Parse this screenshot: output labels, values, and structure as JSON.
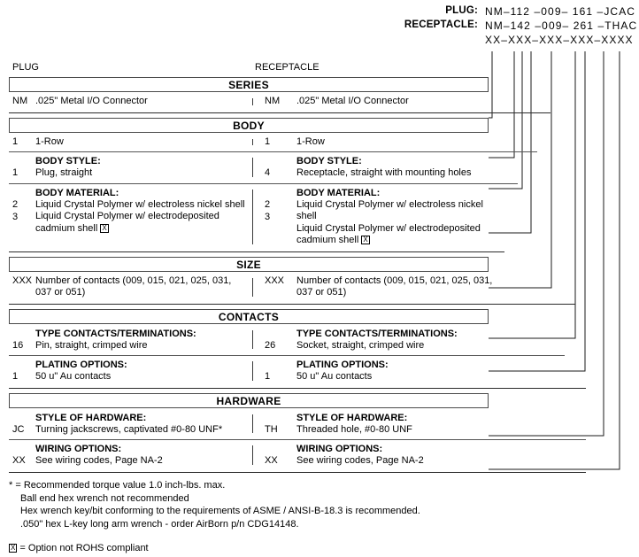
{
  "header": {
    "rows": [
      {
        "label": "PLUG:",
        "value": "NM–112 –009– 161 –JCAC"
      },
      {
        "label": "RECEPTACLE:",
        "value": "NM–142 –009– 261 –THAC"
      },
      {
        "label": "",
        "value": "XX–XXX–XXX–XXX–XXXX"
      }
    ]
  },
  "columns": {
    "left": "PLUG",
    "right": "RECEPTACLE"
  },
  "sections": {
    "series": "SERIES",
    "body": "BODY",
    "size": "SIZE",
    "contacts": "CONTACTS",
    "hardware": "HARDWARE"
  },
  "rows": {
    "series": {
      "left": {
        "code": "NM",
        "desc": ".025\" Metal I/O Connector"
      },
      "right": {
        "code": "NM",
        "desc": ".025\" Metal I/O Connector"
      }
    },
    "body_row": {
      "left": {
        "code": "1",
        "desc": "1-Row"
      },
      "right": {
        "code": "1",
        "desc": "1-Row"
      }
    },
    "body_style": {
      "title_left": "BODY STYLE:",
      "title_right": "BODY STYLE:",
      "left": {
        "code": "1",
        "desc": "Plug, straight"
      },
      "right": {
        "code": "4",
        "desc": "Receptacle, straight with mounting holes"
      }
    },
    "body_material": {
      "title_left": "BODY MATERIAL:",
      "title_right": "BODY MATERIAL:",
      "left": [
        {
          "code": "2",
          "desc": "Liquid Crystal Polymer w/ electroless nickel shell",
          "mark": ""
        },
        {
          "code": "3",
          "desc": "Liquid Crystal Polymer w/ electrodeposited",
          "desc2": "cadmium shell",
          "mark": "X"
        }
      ],
      "right": [
        {
          "code": "2",
          "desc": "Liquid Crystal Polymer w/ electroless nickel shell",
          "mark": ""
        },
        {
          "code": "3",
          "desc": "Liquid Crystal Polymer w/ electrodeposited",
          "desc2": "cadmium shell",
          "mark": "X"
        }
      ]
    },
    "size": {
      "left": {
        "code": "XXX",
        "desc": "Number of contacts (009, 015, 021, 025, 031,",
        "desc2": "037 or 051)"
      },
      "right": {
        "code": "XXX",
        "desc": "Number of contacts (009, 015, 021, 025, 031,",
        "desc2": "037 or 051)"
      }
    },
    "type_contacts": {
      "title_left": "TYPE CONTACTS/TERMINATIONS:",
      "title_right": "TYPE CONTACTS/TERMINATIONS:",
      "left": {
        "code": "16",
        "desc": "Pin, straight, crimped wire"
      },
      "right": {
        "code": "26",
        "desc": "Socket, straight, crimped wire"
      }
    },
    "plating": {
      "title_left": "PLATING OPTIONS:",
      "title_right": "PLATING OPTIONS:",
      "left": {
        "code": "1",
        "desc": "50 u\" Au contacts"
      },
      "right": {
        "code": "1",
        "desc": "50 u\" Au contacts"
      }
    },
    "hardware_style": {
      "title_left": "STYLE OF HARDWARE:",
      "title_right": "STYLE OF HARDWARE:",
      "left": {
        "code": "JC",
        "desc": "Turning jackscrews, captivated #0-80 UNF*"
      },
      "right": {
        "code": "TH",
        "desc": "Threaded hole, #0-80 UNF"
      }
    },
    "wiring": {
      "title_left": "WIRING OPTIONS:",
      "title_right": "WIRING OPTIONS:",
      "left": {
        "code": "XX",
        "desc": "See wiring codes, Page NA-2"
      },
      "right": {
        "code": "XX",
        "desc": "See wiring codes, Page NA-2"
      }
    }
  },
  "notes": {
    "line1": "* = Recommended torque value 1.0 inch-lbs. max.",
    "line2": "Ball end hex wrench not recommended",
    "line3": "Hex wrench key/bit conforming to the requirements of ASME / ANSI-B-18.3 is recommended.",
    "line4": ".050\" hex L-key long arm wrench - order AirBorn p/n CDG14148.",
    "rohs_mark": "X",
    "rohs": "= Option not ROHS compliant"
  }
}
